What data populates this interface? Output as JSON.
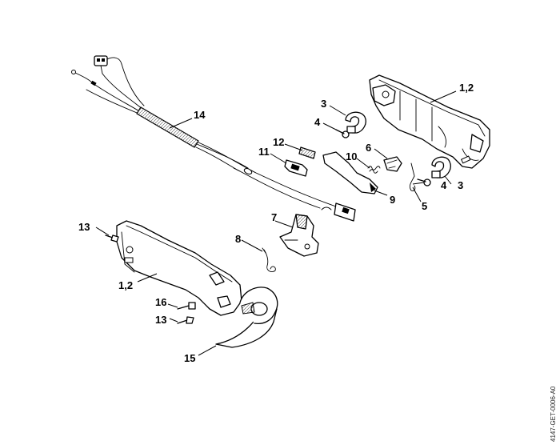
{
  "diagram": {
    "document_id": "4147-GET-0006-A0",
    "callouts": {
      "c14": "14",
      "c12_top": "1,2",
      "c3_top": "3",
      "c4_top": "4",
      "c12": "12",
      "c11": "11",
      "c10": "10",
      "c6": "6",
      "c3_right": "3",
      "c4_right": "4",
      "c9": "9",
      "c5": "5",
      "c7": "7",
      "c8": "8",
      "c13_top": "13",
      "c12_left": "1,2",
      "c16": "16",
      "c13_bottom": "13",
      "c15": "15"
    }
  }
}
